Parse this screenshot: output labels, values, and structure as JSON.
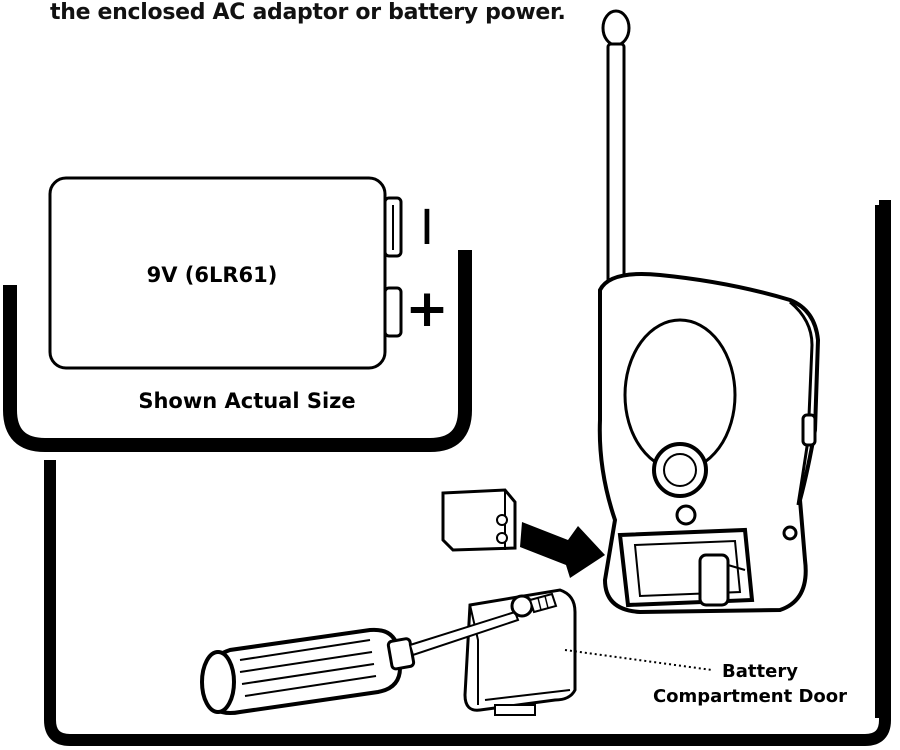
{
  "instruction_text": "the enclosed AC adaptor or battery power.",
  "battery": {
    "label": "9V (6LR61)",
    "negative_symbol": "I",
    "positive_symbol": "+",
    "caption": "Shown Actual Size"
  },
  "callout": {
    "line1": "Battery",
    "line2": "Compartment Door"
  },
  "icons": [
    "9v-battery-icon",
    "walkie-talkie-icon",
    "screwdriver-icon",
    "arrow-right-icon",
    "battery-door-icon"
  ]
}
